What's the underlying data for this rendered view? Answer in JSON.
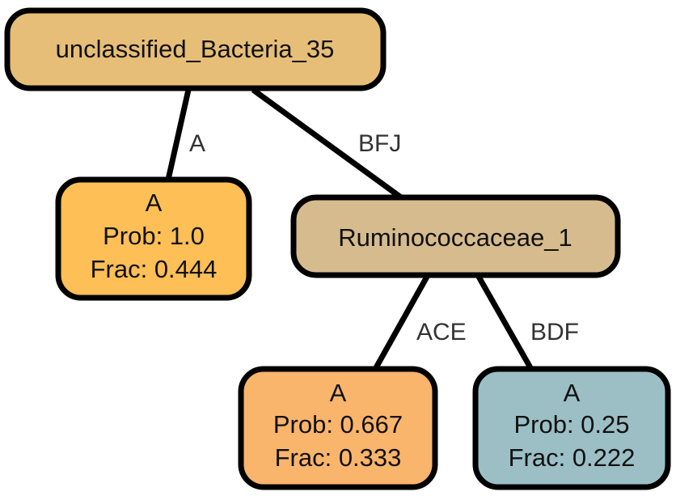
{
  "tree": {
    "root": {
      "label": "unclassified_Bacteria_35",
      "fill": "#E7BE78"
    },
    "leaf_a": {
      "line1": "A",
      "line2": "Prob: 1.0",
      "line3": "Frac: 0.444",
      "fill": "#FDBF56"
    },
    "mid": {
      "label": "Ruminococcaceae_1",
      "fill": "#D6BB8E"
    },
    "leaf_ace": {
      "line1": "A",
      "line2": "Prob: 0.667",
      "line3": "Frac: 0.333",
      "fill": "#FAB56C"
    },
    "leaf_bdf": {
      "line1": "A",
      "line2": "Prob: 0.25",
      "line3": "Frac: 0.222",
      "fill": "#9BBFC5"
    }
  },
  "edges": {
    "root_to_leaf_a": "A",
    "root_to_mid": "BFJ",
    "mid_to_leaf_ace": "ACE",
    "mid_to_leaf_bdf": "BDF"
  }
}
